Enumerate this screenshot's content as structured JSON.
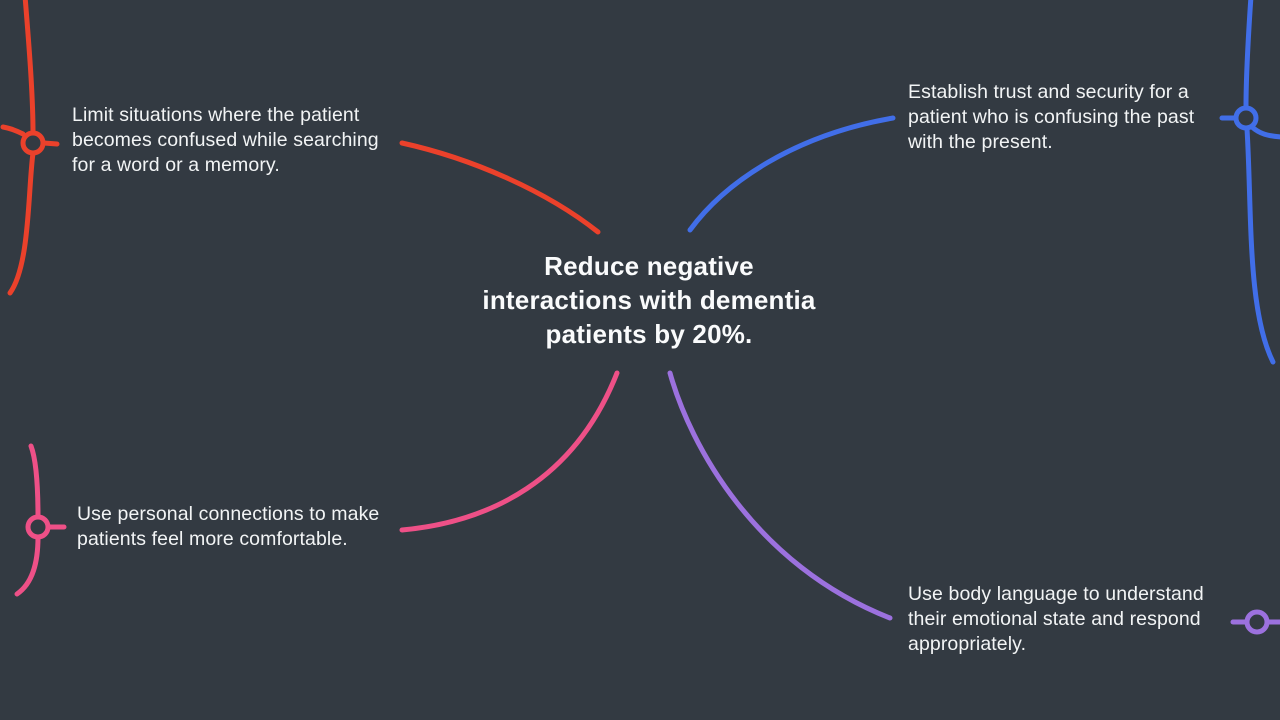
{
  "app": {
    "view": "mind-map-canvas"
  },
  "theme": {
    "background": "#333A42",
    "central_text_color": "#FAFBFC",
    "label_text_color": "#F2F4F5"
  },
  "central_node": {
    "text": "Reduce negative interactions with dementia patients by 20%.",
    "lines": [
      "Reduce negative",
      "interactions with dementia",
      "patients by 20%."
    ]
  },
  "branches": [
    {
      "name": "limit-situations",
      "position": "top-left",
      "color": "#EB412B",
      "text": "Limit situations where the patient becomes confused while searching for a word or a memory.",
      "lines": [
        "Limit situations where the patient",
        "becomes confused while searching",
        "for a word or a memory."
      ]
    },
    {
      "name": "establish-trust",
      "position": "top-right",
      "color": "#416EE8",
      "text": "Establish trust and security for a patient who is confusing the past with the present.",
      "lines": [
        "Establish trust and security for a",
        "patient who is confusing the past",
        "with the present."
      ]
    },
    {
      "name": "personal-connections",
      "position": "bottom-left",
      "color": "#EE5087",
      "text": "Use personal connections to make patients feel more comfortable.",
      "lines": [
        "Use personal connections to make",
        "patients feel more comfortable."
      ]
    },
    {
      "name": "body-language",
      "position": "bottom-right",
      "color": "#9C71DE",
      "text": "Use body language to understand their emotional state and respond appropriately.",
      "lines": [
        "Use body language to understand",
        "their emotional state and respond",
        "appropriately."
      ]
    }
  ]
}
